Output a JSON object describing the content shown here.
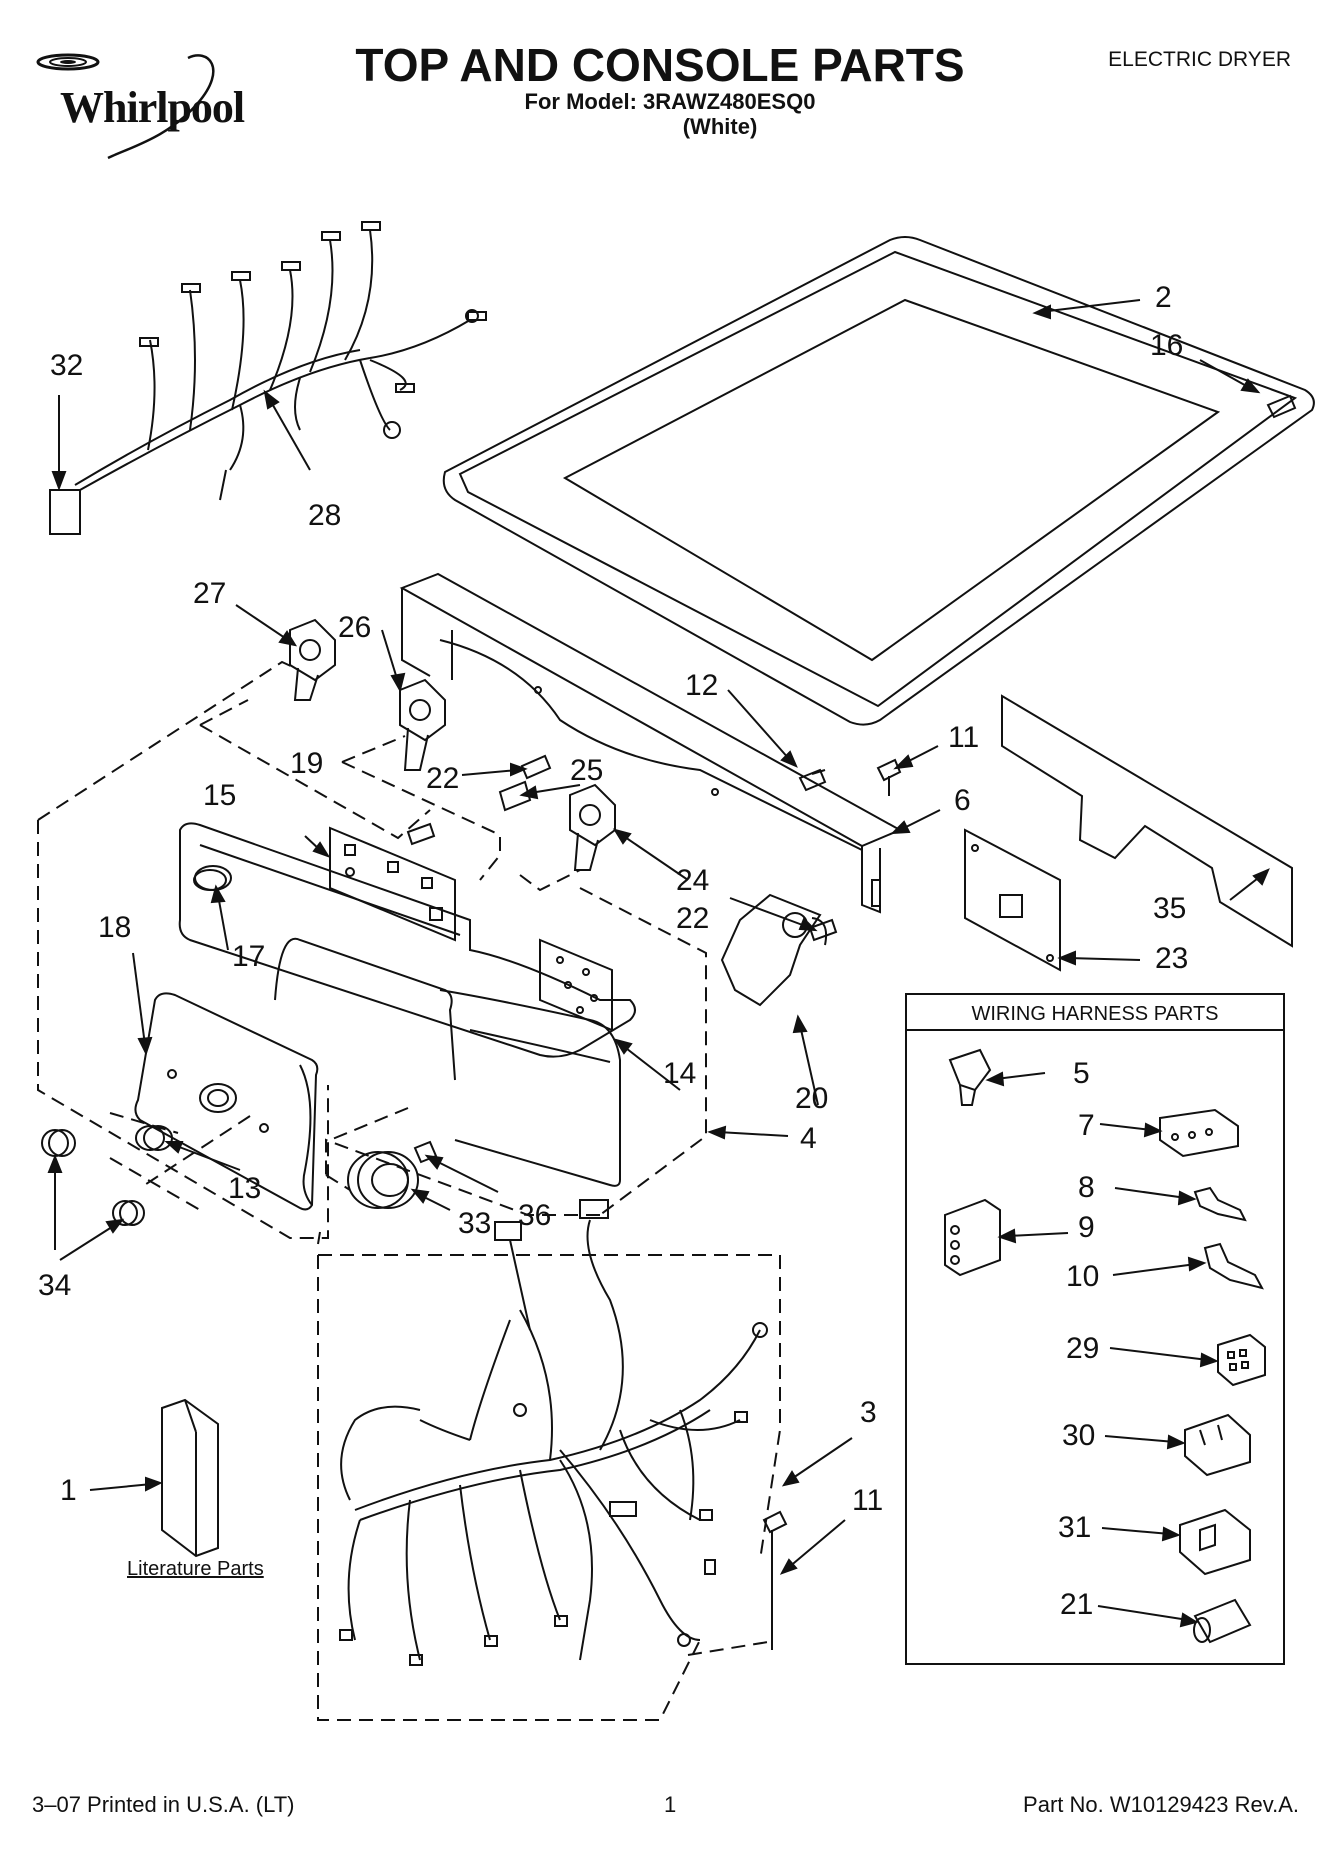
{
  "header": {
    "brand": "Whirlpool",
    "title": "TOP AND CONSOLE PARTS",
    "model_line": "For Model: 3RAWZ480ESQ0",
    "color_note": "(White)",
    "doc_type": "ELECTRIC DRYER"
  },
  "callouts": {
    "c1": "1",
    "c2": "2",
    "c3": "3",
    "c4": "4",
    "c5": "5",
    "c6": "6",
    "c7": "7",
    "c8": "8",
    "c9": "9",
    "c10": "10",
    "c11a": "11",
    "c11b": "11",
    "c12": "12",
    "c13": "13",
    "c14": "14",
    "c15": "15",
    "c16": "16",
    "c17": "17",
    "c18": "18",
    "c19": "19",
    "c20": "20",
    "c21": "21",
    "c22a": "22",
    "c22b": "22",
    "c23": "23",
    "c24": "24",
    "c25": "25",
    "c26": "26",
    "c27": "27",
    "c28": "28",
    "c29": "29",
    "c30": "30",
    "c31": "31",
    "c32": "32",
    "c33": "33",
    "c34": "34",
    "c35": "35",
    "c36": "36"
  },
  "wiring_box": {
    "title": "WIRING HARNESS PARTS"
  },
  "literature": {
    "label": "Literature Parts"
  },
  "footer": {
    "left": "3–07 Printed in U.S.A. (LT)",
    "page": "1",
    "part_no": "Part No. W10129423 Rev.A."
  }
}
